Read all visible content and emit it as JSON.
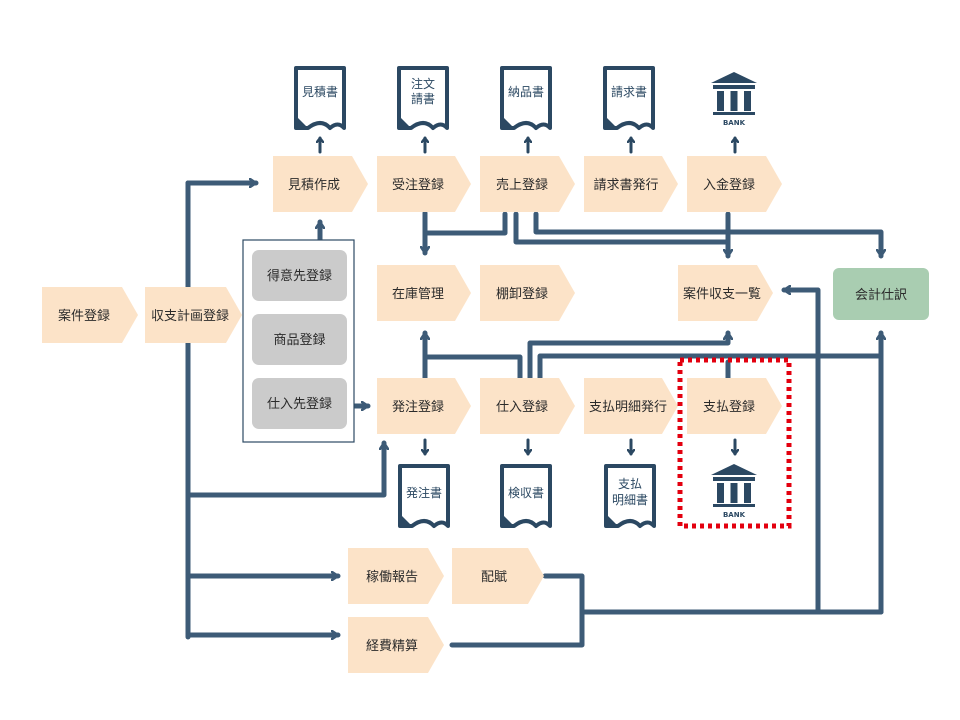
{
  "colors": {
    "step_fill": "#fce3c8",
    "master_fill": "#cbcbcb",
    "master_panel_border": "#2d4a63",
    "accounting_fill": "#a9cdb1",
    "connector": "#3d5b77",
    "document_stroke": "#2b4862",
    "highlight_dotted": "#e3000f"
  },
  "steps": {
    "estimate": "見積作成",
    "order_received": "受注登録",
    "sales": "売上登録",
    "invoice_issue": "請求書発行",
    "payment_received": "入金登録",
    "project_register": "案件登録",
    "budget_plan": "収支計画登録",
    "inventory": "在庫管理",
    "stocktaking": "棚卸登録",
    "project_balance_list": "案件収支一覧",
    "accounting_journal": "会計仕訳",
    "purchase_order": "発注登録",
    "purchase": "仕入登録",
    "payment_statement_issue": "支払明細発行",
    "payment": "支払登録",
    "work_report": "稼働報告",
    "allocation": "配賦",
    "expense_settlement": "経費精算"
  },
  "masters": {
    "customer": "得意先登録",
    "product": "商品登録",
    "supplier": "仕入先登録"
  },
  "documents": {
    "estimate_doc": "見積書",
    "order_doc_line1": "注文",
    "order_doc_line2": "請書",
    "delivery_doc": "納品書",
    "invoice_doc": "請求書",
    "po_doc": "発注書",
    "inspection_doc": "検収書",
    "payment_doc_line1": "支払",
    "payment_doc_line2": "明細書"
  },
  "bank": {
    "label": "BANK"
  },
  "icons": [
    "document-icon",
    "bank-icon",
    "arrow-icon"
  ],
  "highlight": {
    "target": "支払登録",
    "style": "dotted"
  }
}
